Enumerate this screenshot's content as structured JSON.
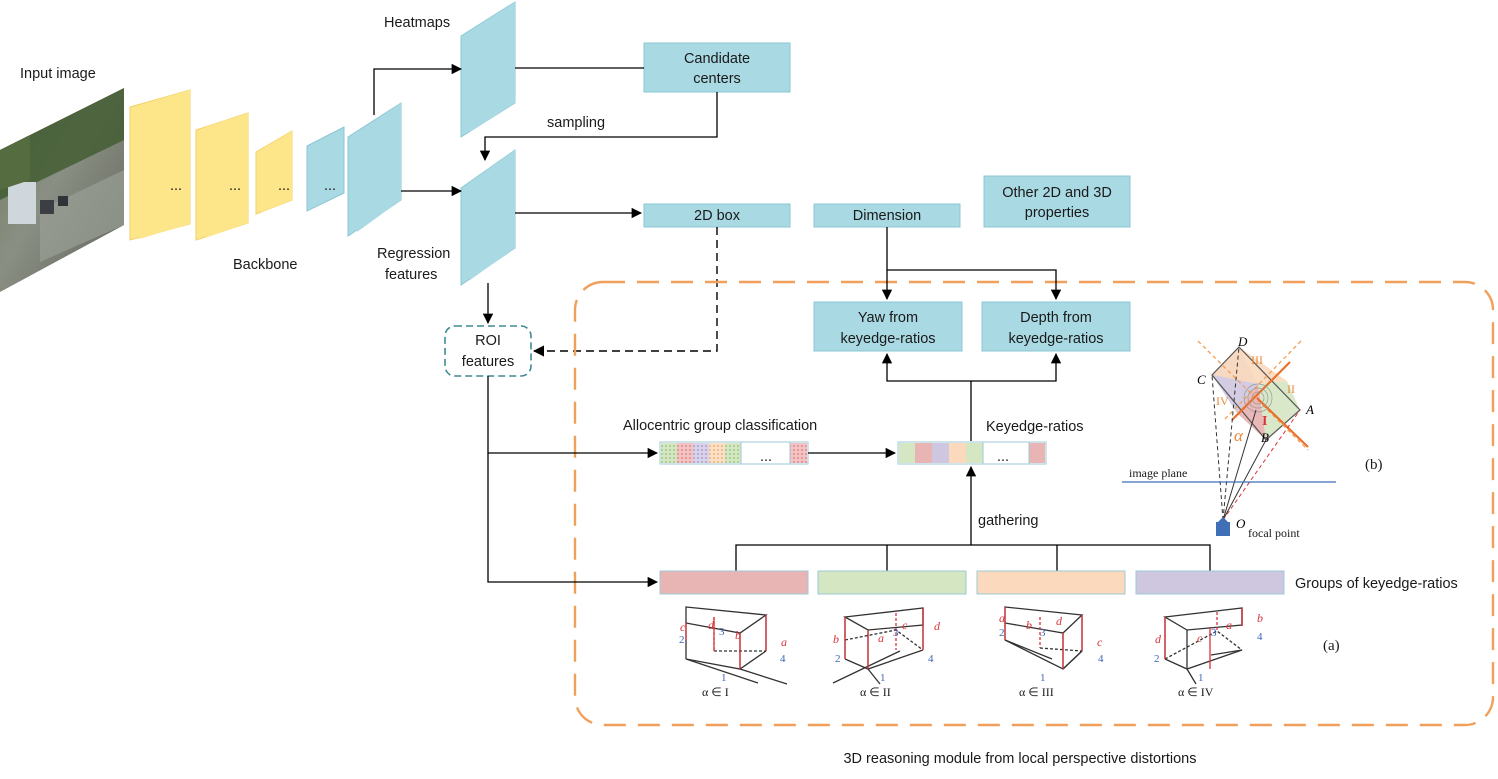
{
  "labels": {
    "input_image": "Input image",
    "heatmaps": "Heatmaps",
    "backbone": "Backbone",
    "regression_features_1": "Regression",
    "regression_features_2": "features",
    "sampling": "sampling",
    "candidate_centers_1": "Candidate",
    "candidate_centers_2": "centers",
    "box2d": "2D box",
    "dimension": "Dimension",
    "other_props_1": "Other 2D and 3D",
    "other_props_2": "properties",
    "yaw_1": "Yaw from",
    "yaw_2": "keyedge-ratios",
    "depth_1": "Depth from",
    "depth_2": "keyedge-ratios",
    "roi_1": "ROI",
    "roi_2": "features",
    "allocentric": "Allocentric group classification",
    "keyedge_ratios": "Keyedge-ratios",
    "gathering": "gathering",
    "groups": "Groups of keyedge-ratios",
    "ellipsis": "...",
    "sub_a": "(a)",
    "sub_b": "(b)",
    "module_caption": "3D reasoning module from local perspective distortions"
  },
  "geometry_panel": {
    "image_plane": "image plane",
    "focal_point": "focal point",
    "point_o": "O",
    "point_a": "A",
    "point_b": "B",
    "point_c": "C",
    "point_d": "D",
    "alpha": "α",
    "region_i": "I",
    "region_ii": "II",
    "region_iii": "III",
    "region_iv": "IV"
  },
  "cubes": [
    {
      "caption": "α ∈ I",
      "edges": {
        "c": "c",
        "d": "d",
        "b": "b",
        "a": "a"
      },
      "nums": {
        "n2": "2",
        "n3": "3",
        "n4": "4",
        "n1": "1"
      }
    },
    {
      "caption": "α ∈ II",
      "edges": {
        "b": "b",
        "a": "a",
        "c": "c",
        "d": "d"
      },
      "nums": {
        "n2": "2",
        "n3": "3",
        "n4": "4",
        "n1": "1"
      }
    },
    {
      "caption": "α ∈ III",
      "edges": {
        "a": "a",
        "b": "b",
        "d": "d",
        "c": "c"
      },
      "nums": {
        "n2": "2",
        "n3": "3",
        "n4": "4",
        "n1": "1"
      }
    },
    {
      "caption": "α ∈ IV",
      "edges": {
        "d": "d",
        "c": "c",
        "a": "a",
        "b": "b"
      },
      "nums": {
        "n2": "2",
        "n3": "3",
        "n4": "4",
        "n1": "1"
      }
    }
  ],
  "colors": {
    "feature_yellow": "#fde58a",
    "feature_blue": "#a9d9e3",
    "box_fill": "#a9d9e3",
    "group_red": "#e8b4b4",
    "group_green": "#d5e6c2",
    "group_orange": "#fbd9bc",
    "group_purple": "#cfc6e0",
    "dash_orange": "#f0a05a"
  }
}
